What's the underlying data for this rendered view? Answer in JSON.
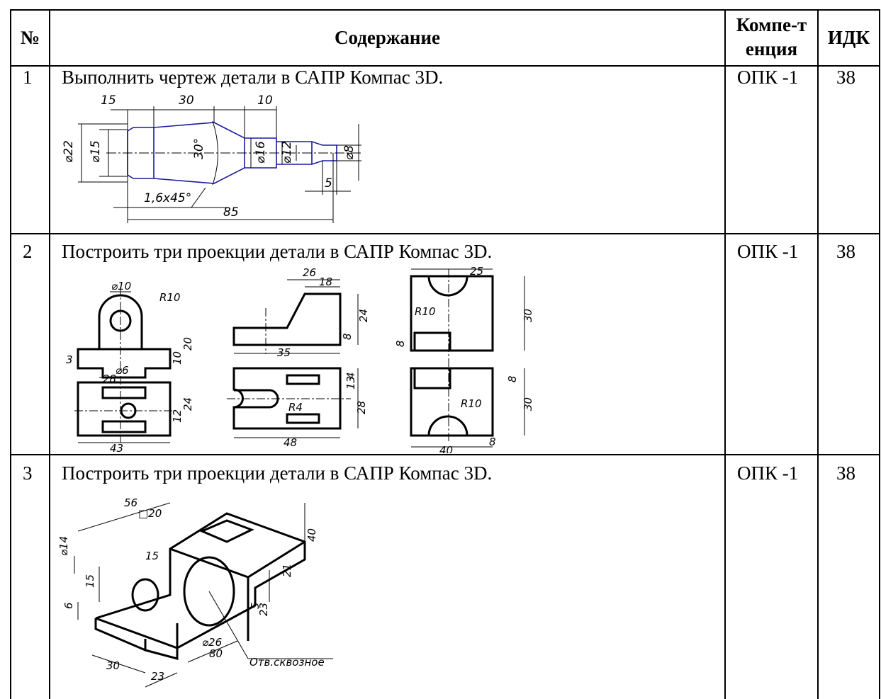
{
  "header": {
    "num": "№",
    "content": "Содержание",
    "competence": "Компе-тенция",
    "idk": "ИДК"
  },
  "rows": [
    {
      "num": "1",
      "text": "Выполнить чертеж детали в САПР Компас 3D.",
      "competence": "ОПК -1",
      "idk": "З8",
      "drawing_labels": [
        "15",
        "30",
        "10",
        "⌀22",
        "⌀15",
        "30°",
        "⌀16",
        "⌀12",
        "⌀8",
        "5",
        "1,6x45°",
        "85"
      ]
    },
    {
      "num": "2",
      "text": "Построить три проекции детали в САПР Компас 3D.",
      "competence": "ОПК -1",
      "idk": "З8",
      "drawing_labels": [
        "⌀10",
        "R10",
        "3",
        "20",
        "10",
        "⌀6",
        "28",
        "24",
        "12",
        "43",
        "26",
        "18",
        "24",
        "8",
        "35",
        "4",
        "13",
        "R4",
        "28",
        "48",
        "25",
        "R10",
        "30",
        "8",
        "8",
        "R10",
        "30",
        "40",
        "8"
      ]
    },
    {
      "num": "3",
      "text": "Построить три проекции детали в САПР Компас 3D.",
      "competence": "ОПК -1",
      "idk": "З8",
      "drawing_labels": [
        "56",
        "□20",
        "15",
        "⌀14",
        "15",
        "6",
        "40",
        "21",
        "5",
        "23",
        "⌀26",
        "80",
        "30",
        "23",
        "Отв.сквозное"
      ]
    }
  ]
}
